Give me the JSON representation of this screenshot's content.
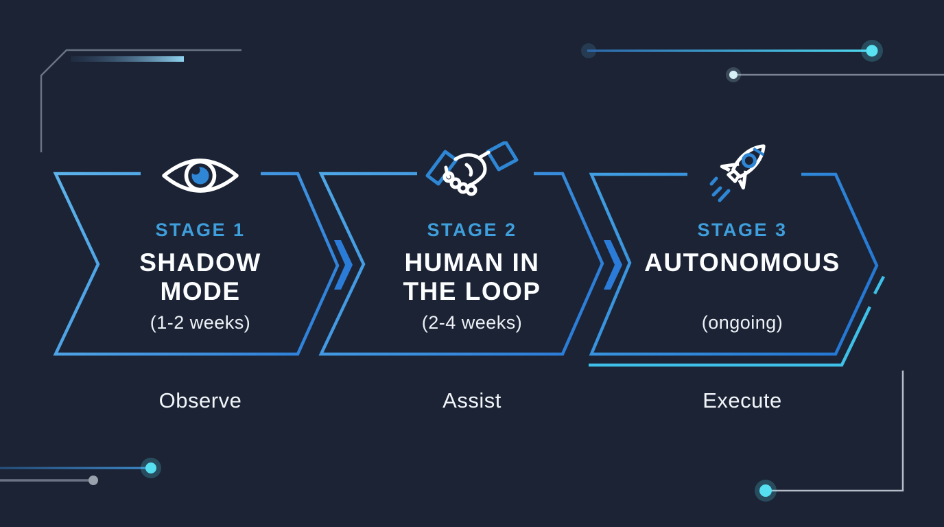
{
  "diagram": {
    "stages": [
      {
        "label": "STAGE 1",
        "title_lines": [
          "SHADOW",
          "MODE"
        ],
        "duration": "(1-2 weeks)",
        "action": "Observe",
        "icon": "eye-icon"
      },
      {
        "label": "STAGE 2",
        "title_lines": [
          "HUMAN IN",
          "THE LOOP"
        ],
        "duration": "(2-4 weeks)",
        "action": "Assist",
        "icon": "handshake-icon"
      },
      {
        "label": "STAGE 3",
        "title_lines": [
          "AUTONOMOUS",
          ""
        ],
        "duration": "(ongoing)",
        "action": "Execute",
        "icon": "rocket-icon"
      }
    ],
    "colors": {
      "background": "#1b2334",
      "chevron_blue_light": "#58ade8",
      "chevron_blue_dark": "#2477d4",
      "accent_cyan": "#44c3ea",
      "stage_label_blue": "#3f9fdc",
      "text_white": "#f5f7fa",
      "decor_gray": "#8b93a4",
      "glow_dot_cyan": "#55dff0"
    }
  }
}
